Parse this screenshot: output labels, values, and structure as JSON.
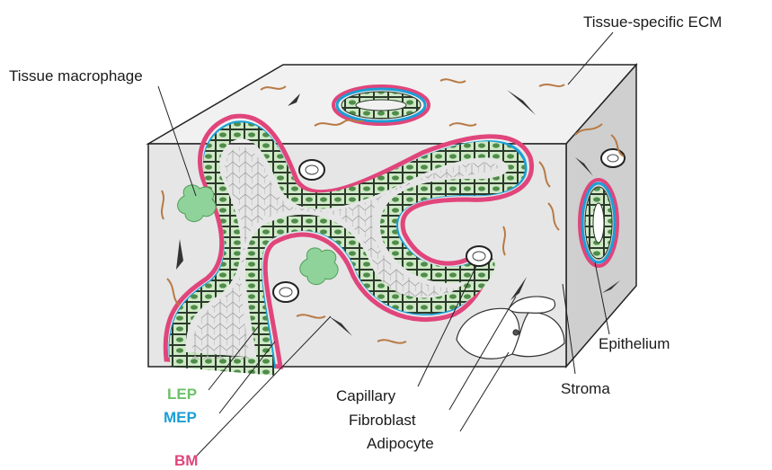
{
  "labels": {
    "tissue_specific_ecm": "Tissue-specific ECM",
    "tissue_macrophage": "Tissue macrophage",
    "epithelium": "Epithelium",
    "stroma": "Stroma",
    "capillary": "Capillary",
    "fibroblast": "Fibroblast",
    "adipocyte": "Adipocyte",
    "lep": "LEP",
    "mep": "MEP",
    "bm": "BM"
  },
  "colors": {
    "lep": "#6cc16a",
    "mep": "#1a9fd6",
    "bm": "#e0457b",
    "ecm_fiber": "#b87a45",
    "stroma_front": "#e6e6e6",
    "stroma_top": "#f1f1f1",
    "stroma_side": "#cfcfcf",
    "epithelial_cell": "#cfe8c6",
    "macrophage": "#8fd39a"
  }
}
